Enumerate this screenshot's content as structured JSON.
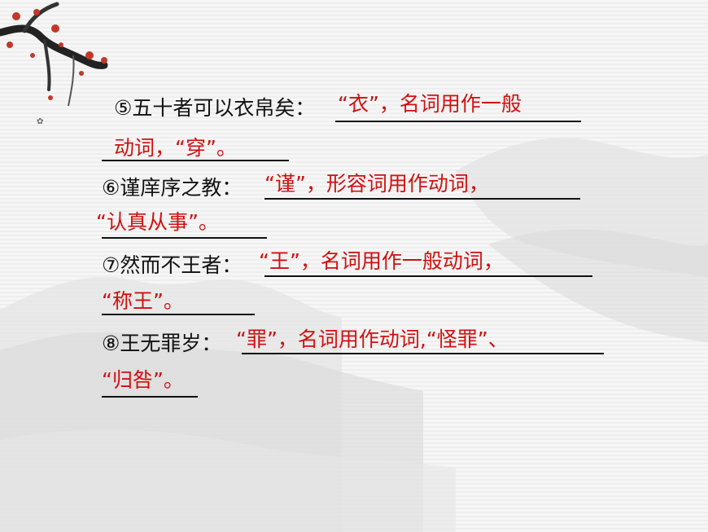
{
  "items": [
    {
      "question": "⑤五十者可以衣帛矣：",
      "answer_1": "“衣”，名词用作一般",
      "answer_2": "动词，“穿”。"
    },
    {
      "question": "⑥谨庠序之教：",
      "answer_1": "“谨”，形容词用作动词，",
      "answer_2": "“认真从事”。"
    },
    {
      "question": "⑦然而不王者：",
      "answer_1": "“王”，名词用作一般动词，",
      "answer_2": "“称王”。"
    },
    {
      "question": "⑧王无罪岁：",
      "answer_1": "“罪”，名词用作动词,“怪罪”、",
      "answer_2": "“归咎”。"
    }
  ],
  "colors": {
    "answer": "#d01010",
    "text": "#111111"
  }
}
